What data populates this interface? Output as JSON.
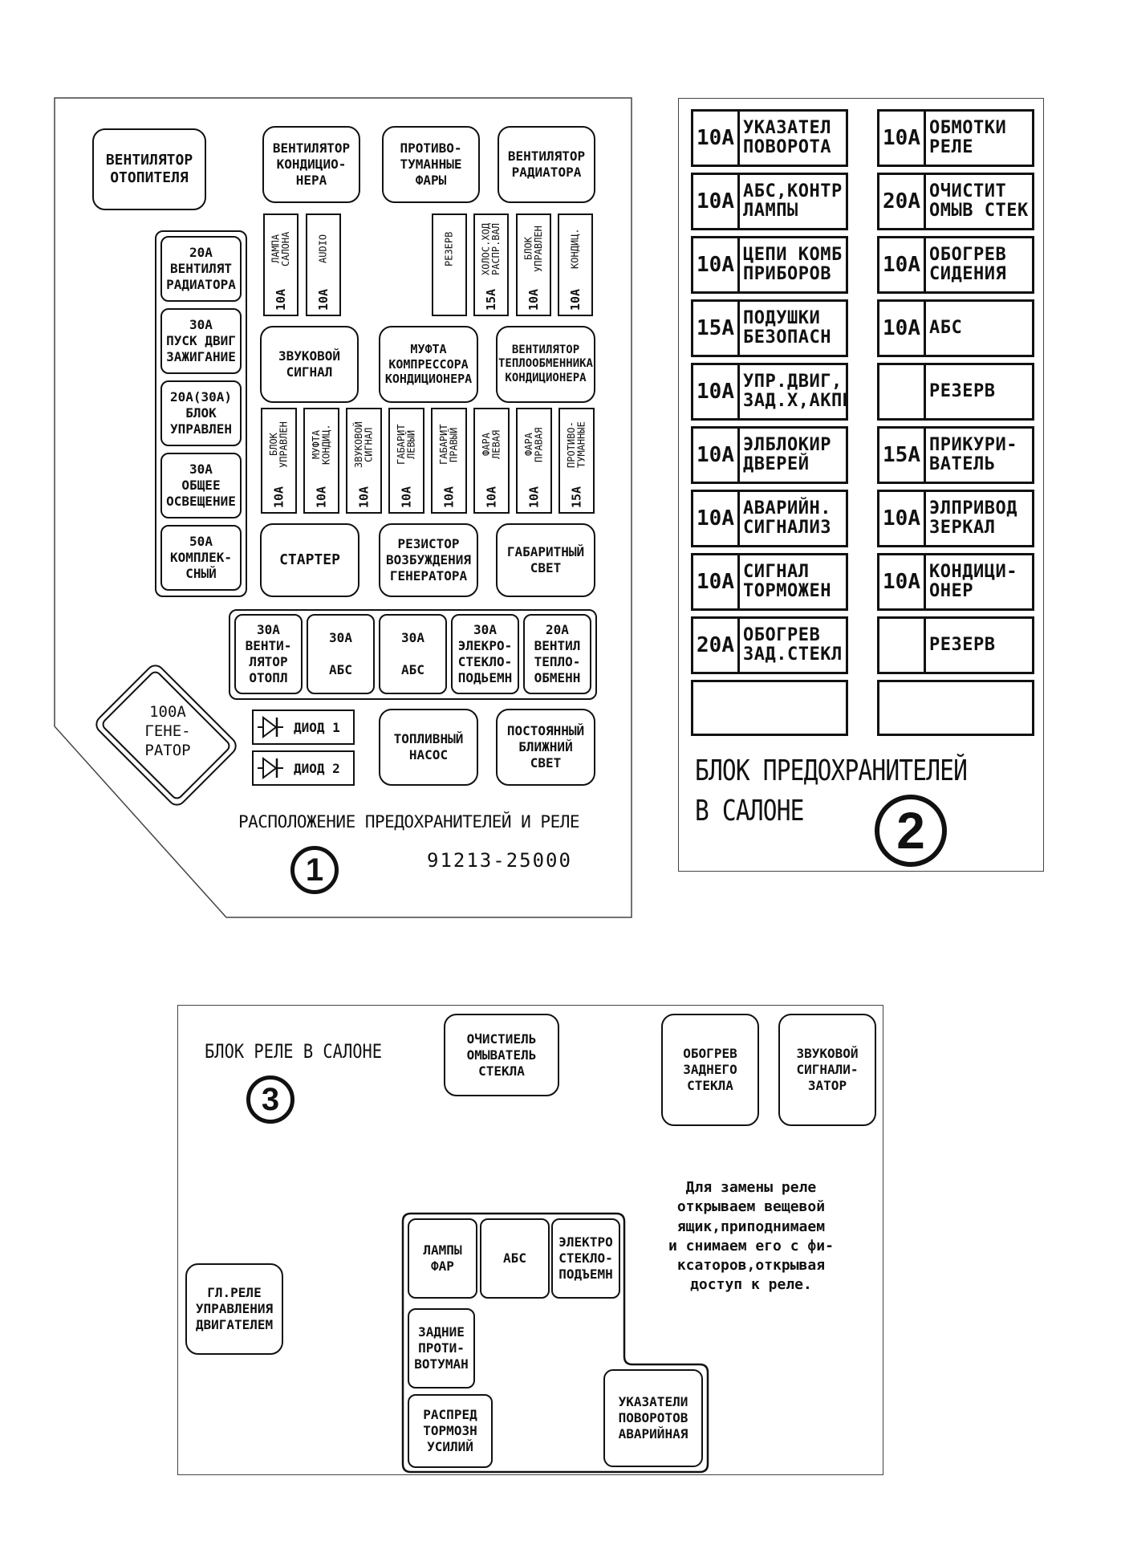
{
  "panel1": {
    "top_relays": [
      {
        "id": "vent-otop",
        "text": "ВЕНТИЛЯТОР\nОТОПИТЕЛЯ"
      },
      {
        "id": "vent-kond",
        "text": "ВЕНТИЛЯТОР\nКОНДИЦИО-\nНЕРА"
      },
      {
        "id": "protivo-fary",
        "text": "ПРОТИВО-\nТУМАННЫЕ\nФАРЫ"
      },
      {
        "id": "vent-rad",
        "text": "ВЕНТИЛЯТОР\nРАДИАТОРА"
      }
    ],
    "fuse_row1": [
      {
        "label": "ЛАМПА\nСАЛОНА",
        "amp": "10A"
      },
      {
        "label": "AUDIO",
        "amp": "10A"
      },
      {
        "label": "РЕЗЕРВ",
        "amp": ""
      },
      {
        "label": "ХОЛОС.ХОД\nРАСПР.ВАЛ",
        "amp": "15A"
      },
      {
        "label": "БЛОК\nУПРАВЛЕН",
        "amp": "10A"
      },
      {
        "label": "КОНДИЦ.",
        "amp": "10A"
      }
    ],
    "left_stack": [
      {
        "text": "20A\nВЕНТИЛЯТ\nРАДИАТОРА"
      },
      {
        "text": "30A\nПУСК ДВИГ\nЗАЖИГАНИЕ"
      },
      {
        "text": "20A(30A)\nБЛОК\nУПРАВЛЕН"
      },
      {
        "text": "30A\nОБЩЕЕ\nОСВЕЩЕНИЕ"
      },
      {
        "text": "50A\nКОМПЛЕК-\nСНЫЙ"
      }
    ],
    "mid_relays": [
      {
        "id": "zvuk",
        "text": "ЗВУКОВОЙ\nСИГНАЛ"
      },
      {
        "id": "mufta",
        "text": "МУФТА\nКОМПРЕССОРА\nКОНДИЦИОНЕРА"
      },
      {
        "id": "vent-teplo",
        "text": "ВЕНТИЛЯТОР\nТЕПЛООБМЕННИКА\nКОНДИЦИОНЕРА"
      }
    ],
    "fuse_row2": [
      {
        "label": "БЛОК\nУПРАВЛЕН",
        "amp": "10A"
      },
      {
        "label": "МУФТА\nКОНДИЦ.",
        "amp": "10A"
      },
      {
        "label": "ЗВУКОВОЙ\nСИГНАЛ",
        "amp": "10A"
      },
      {
        "label": "ГАБАРИТ\nЛЕВЫЙ",
        "amp": "10A"
      },
      {
        "label": "ГАБАРИТ\nПРАВЫЙ",
        "amp": "10A"
      },
      {
        "label": "ФАРА\nЛЕВАЯ",
        "amp": "10A"
      },
      {
        "label": "ФАРА\nПРАВАЯ",
        "amp": "10A"
      },
      {
        "label": "ПРОТИВО-\nТУМАННЫЕ",
        "amp": "15A"
      }
    ],
    "low_relays": [
      {
        "id": "starter",
        "text": "СТАРТЕР"
      },
      {
        "id": "rezistor",
        "text": "РЕЗИСТОР\nВОЗБУЖДЕНИЯ\nГЕНЕРАТОРА"
      },
      {
        "id": "gabarit",
        "text": "ГАБАРИТНЫЙ\nСВЕТ"
      }
    ],
    "bottom_fuses": [
      {
        "text": "30A\nВЕНТИ-\nЛЯТОР\nОТОПЛ"
      },
      {
        "text": "30A\n\nАБС\n"
      },
      {
        "text": "30A\n\nАБС\n"
      },
      {
        "text": "30A\nЭЛЕКРО-\nСТЕКЛО-\nПОДЬЕМН"
      },
      {
        "text": "20A\nВЕНТИЛ\nТЕПЛО-\nОБМЕНН"
      }
    ],
    "generator": "100A\nГЕНЕ-\nРАТОР",
    "diode1": "ДИОД 1",
    "diode2": "ДИОД 2",
    "fuel_pump": "ТОПЛИВНЫЙ\nНАСОС",
    "low_beam": "ПОСТОЯННЫЙ\nБЛИЖНИЙ\nСВЕТ",
    "caption": "РАСПОЛОЖЕНИЕ ПРЕДОХРАНИТЕЛЕЙ И РЕЛЕ",
    "part_number": "91213-25000",
    "number": "1"
  },
  "panel2": {
    "left": [
      {
        "amp": "10A",
        "text": "УКАЗАТЕЛ\nПОВОРОТА"
      },
      {
        "amp": "10A",
        "text": "АБС,КОНТР\nЛАМПЫ"
      },
      {
        "amp": "10A",
        "text": "ЦЕПИ КОМБ\nПРИБОРОВ"
      },
      {
        "amp": "15A",
        "text": "ПОДУШКИ\nБЕЗОПАСН"
      },
      {
        "amp": "10A",
        "text": "УПР.ДВИГ,\nЗАД.Х,АКПП"
      },
      {
        "amp": "10A",
        "text": "ЭЛБЛОКИР\nДВЕРЕЙ"
      },
      {
        "amp": "10A",
        "text": "АВАРИЙН.\nСИГНАЛИЗ"
      },
      {
        "amp": "10A",
        "text": "СИГНАЛ\nТОРМОЖЕН"
      },
      {
        "amp": "20A",
        "text": "ОБОГРЕВ\nЗАД.СТЕКЛ"
      }
    ],
    "right": [
      {
        "amp": "10A",
        "text": "ОБМОТКИ\nРЕЛЕ"
      },
      {
        "amp": "20A",
        "text": "ОЧИСТИТ\nОМЫВ СТЕК"
      },
      {
        "amp": "10A",
        "text": "ОБОГРЕВ\nСИДЕНИЯ"
      },
      {
        "amp": "10A",
        "text": "АБС"
      },
      {
        "amp": "",
        "text": "РЕЗЕРВ"
      },
      {
        "amp": "15A",
        "text": "ПРИКУРИ-\nВАТЕЛЬ"
      },
      {
        "amp": "10A",
        "text": "ЭЛПРИВОД\nЗЕРКАЛ"
      },
      {
        "amp": "10A",
        "text": "КОНДИЦИ-\nОНЕР"
      },
      {
        "amp": "",
        "text": "РЕЗЕРВ"
      }
    ],
    "caption_line1": "БЛОК ПРЕДОХРАНИТЕЛЕЙ",
    "caption_line2": "В САЛОНЕ",
    "number": "2"
  },
  "panel3": {
    "caption": "БЛОК РЕЛЕ В САЛОНЕ",
    "number": "3",
    "relays": [
      {
        "id": "ochist",
        "text": "ОЧИСТИЕЛЬ\nОМЫВАТЕЛЬ\nСТЕКЛА"
      },
      {
        "id": "obogrev",
        "text": "ОБОГРЕВ\nЗАДНЕГО\nСТЕКЛА"
      },
      {
        "id": "zvuk-sig",
        "text": "ЗВУКОВОЙ\nСИГНАЛИ-\nЗАТОР"
      },
      {
        "id": "gl-rele",
        "text": "ГЛ.РЕЛЕ\nУПРАВЛЕНИЯ\nДВИГАТЕЛЕМ"
      },
      {
        "id": "lampy-far",
        "text": "ЛАМПЫ\nФАР"
      },
      {
        "id": "abs",
        "text": "АБС"
      },
      {
        "id": "elektro",
        "text": "ЭЛЕКТРО\nСТЕКЛО-\nПОДЪЕМН"
      },
      {
        "id": "zadnie",
        "text": "ЗАДНИЕ\nПРОТИ-\nВОТУМАН"
      },
      {
        "id": "raspred",
        "text": "РАСПРЕД\nТОРМОЗН\nУСИЛИЙ"
      },
      {
        "id": "ukazateli",
        "text": "УКАЗАТЕЛИ\nПОВОРОТОВ\nАВАРИЙНАЯ"
      }
    ],
    "note": "Для замены реле\nоткрываем вещевой\nящик,приподнимаем\nи снимаем его с фи-\nксаторов,открывая\nдоступ к реле."
  }
}
